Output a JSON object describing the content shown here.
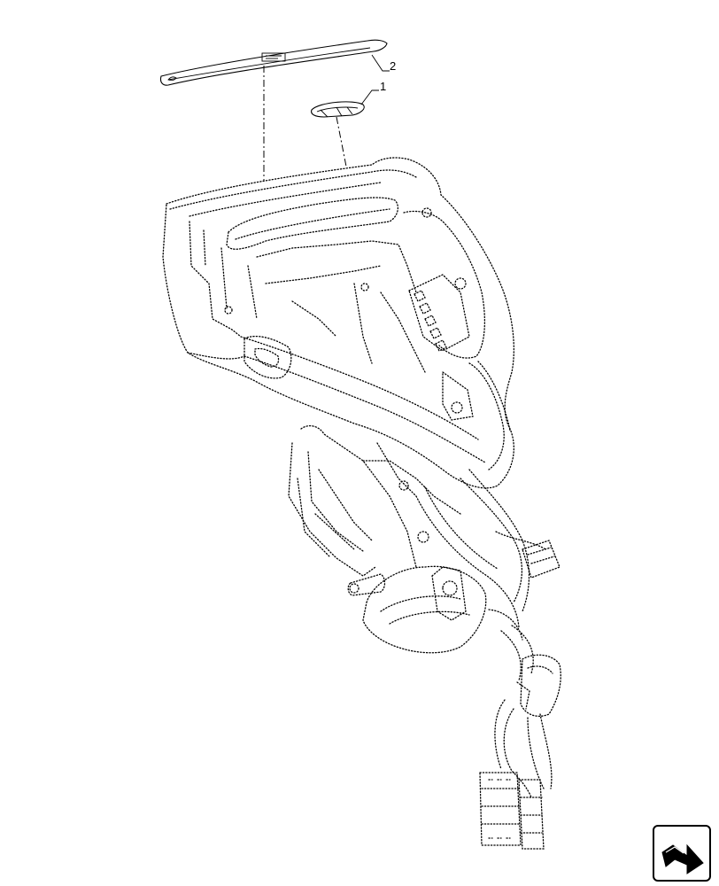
{
  "callouts": [
    {
      "id": "1",
      "label": "1"
    },
    {
      "id": "2",
      "label": "2"
    }
  ],
  "icons": {
    "nav_icon": "arrow-forward-icon"
  },
  "colors": {
    "line": "#000000",
    "background": "#ffffff"
  }
}
